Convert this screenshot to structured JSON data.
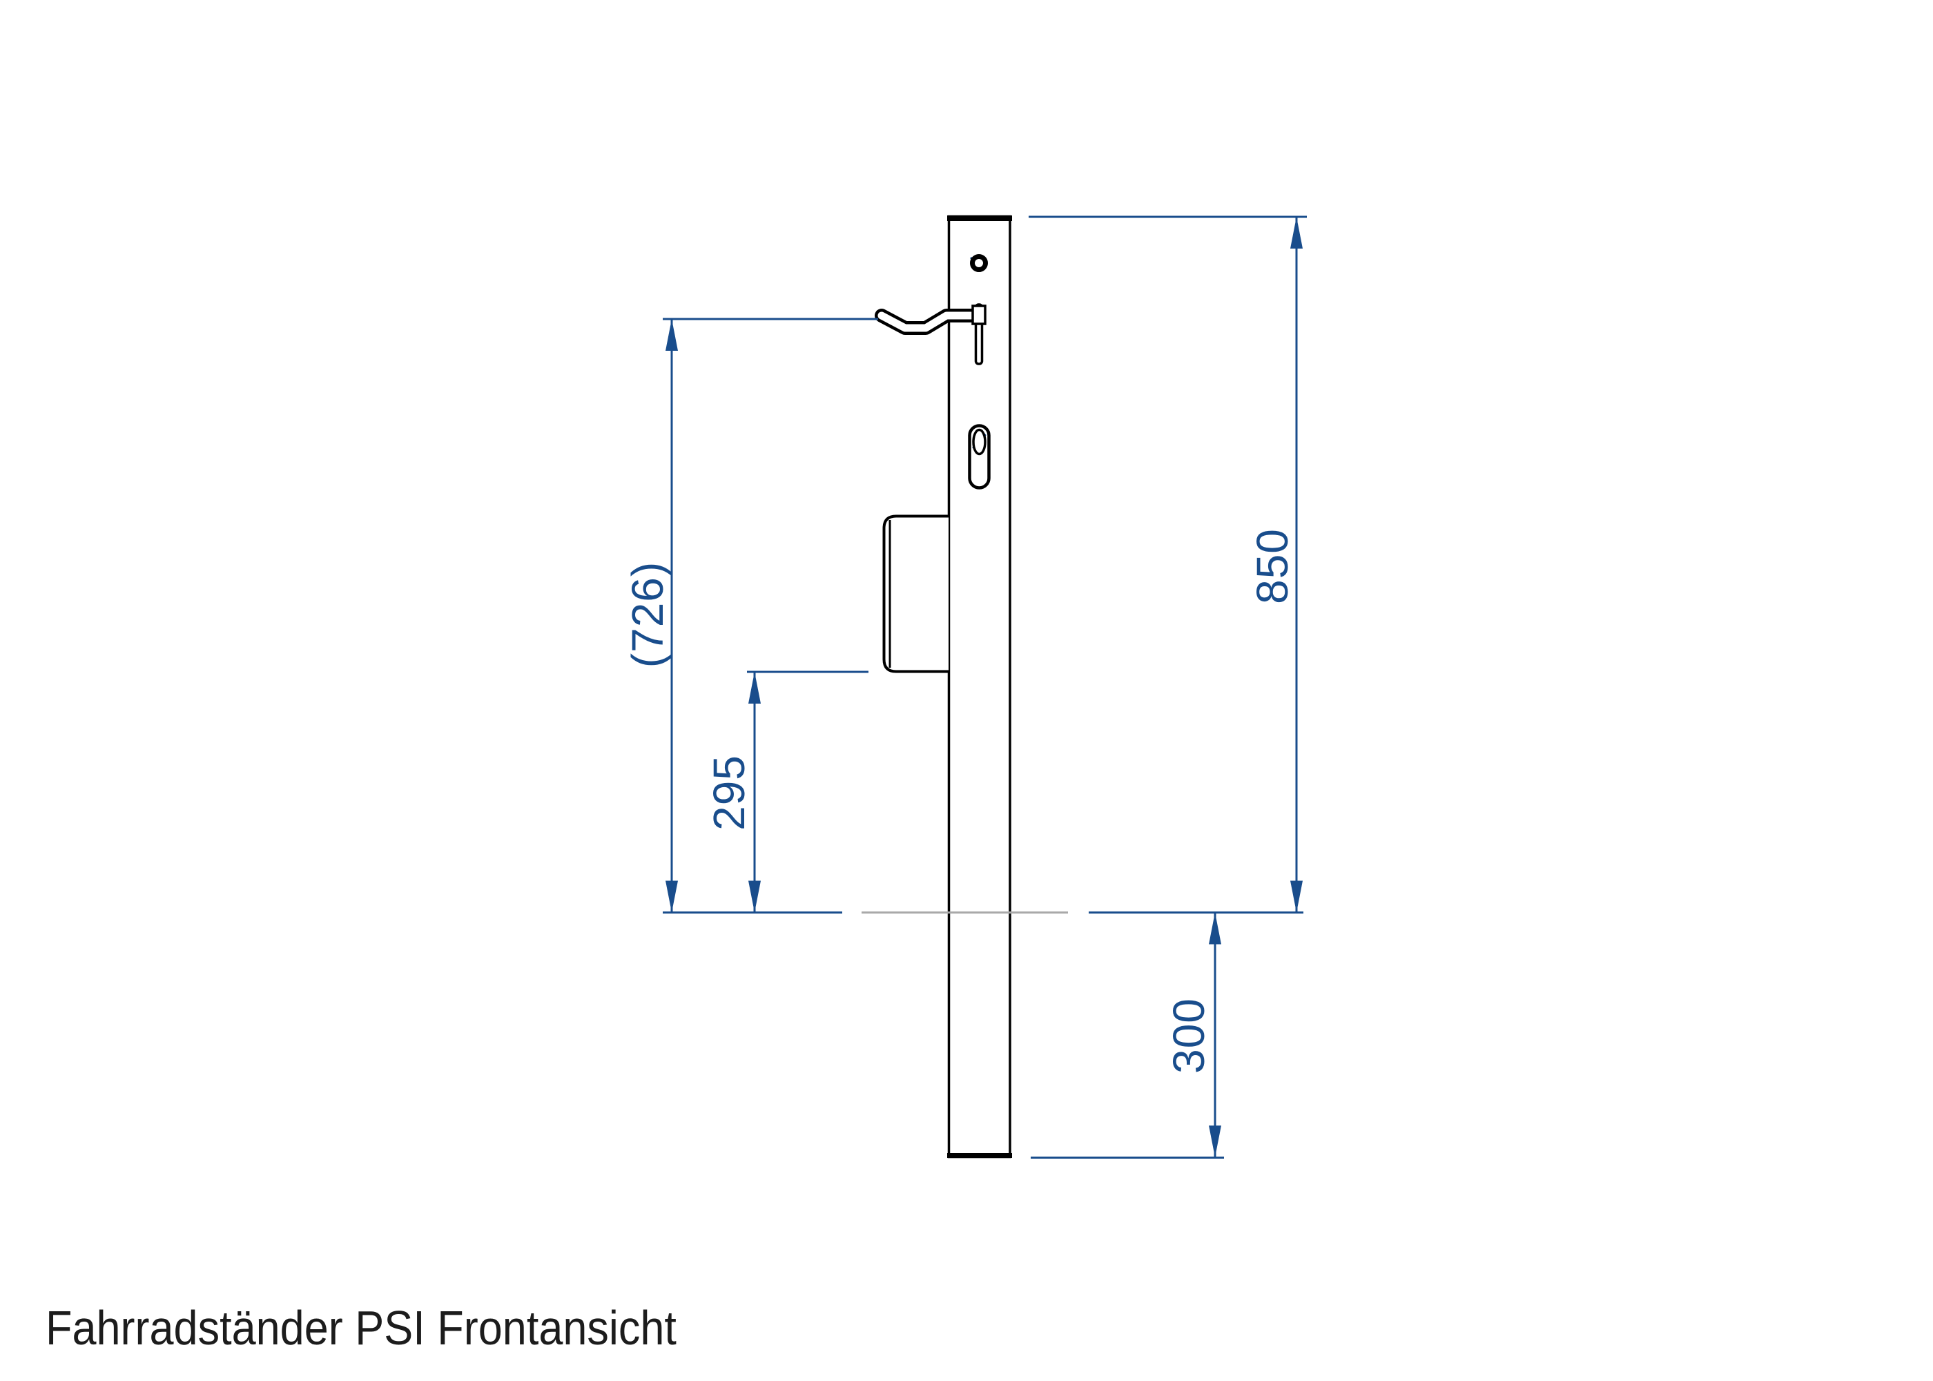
{
  "title": "Fahrradständer PSI Frontansicht",
  "dimensions": {
    "d726": "(726)",
    "d295": "295",
    "d850": "850",
    "d300": "300"
  },
  "colors": {
    "dimension_blue": "#194d8c",
    "outline_black": "#000000",
    "ground_gray": "#a9a9a9",
    "background": "#ffffff"
  }
}
